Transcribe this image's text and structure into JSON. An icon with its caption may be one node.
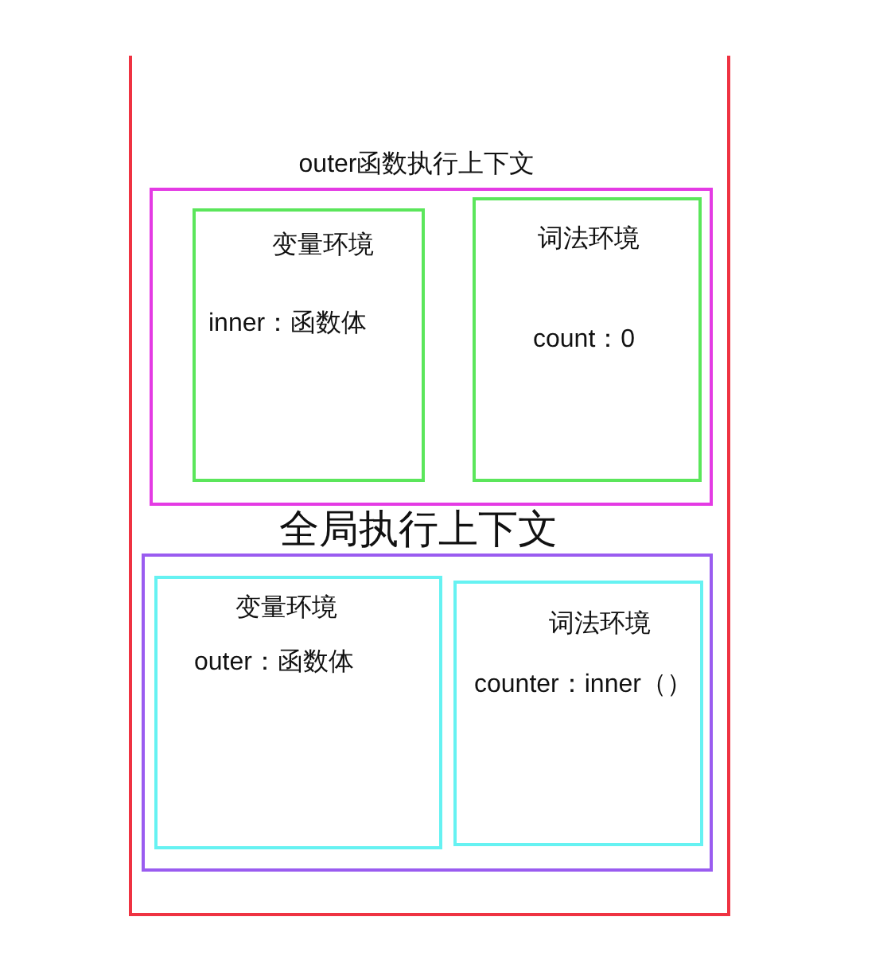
{
  "diagram": {
    "nodes": [
      {
        "text": [],
        "shape": "box"
      },
      {
        "text": [
          "outer函数执行上下文"
        ],
        "in": 0
      },
      {
        "text": [
          "变量环境",
          "inner：函数体"
        ],
        "in": 1
      },
      {
        "text": [
          "词法环境",
          "count：0"
        ],
        "in": 1
      },
      {
        "text": [
          "全局执行上下文"
        ],
        "in": 0
      },
      {
        "text": [
          "变量环境",
          "outer：函数体"
        ],
        "in": 4
      },
      {
        "text": [
          "词法环境",
          "counter：inner（）"
        ],
        "in": 4
      }
    ]
  }
}
